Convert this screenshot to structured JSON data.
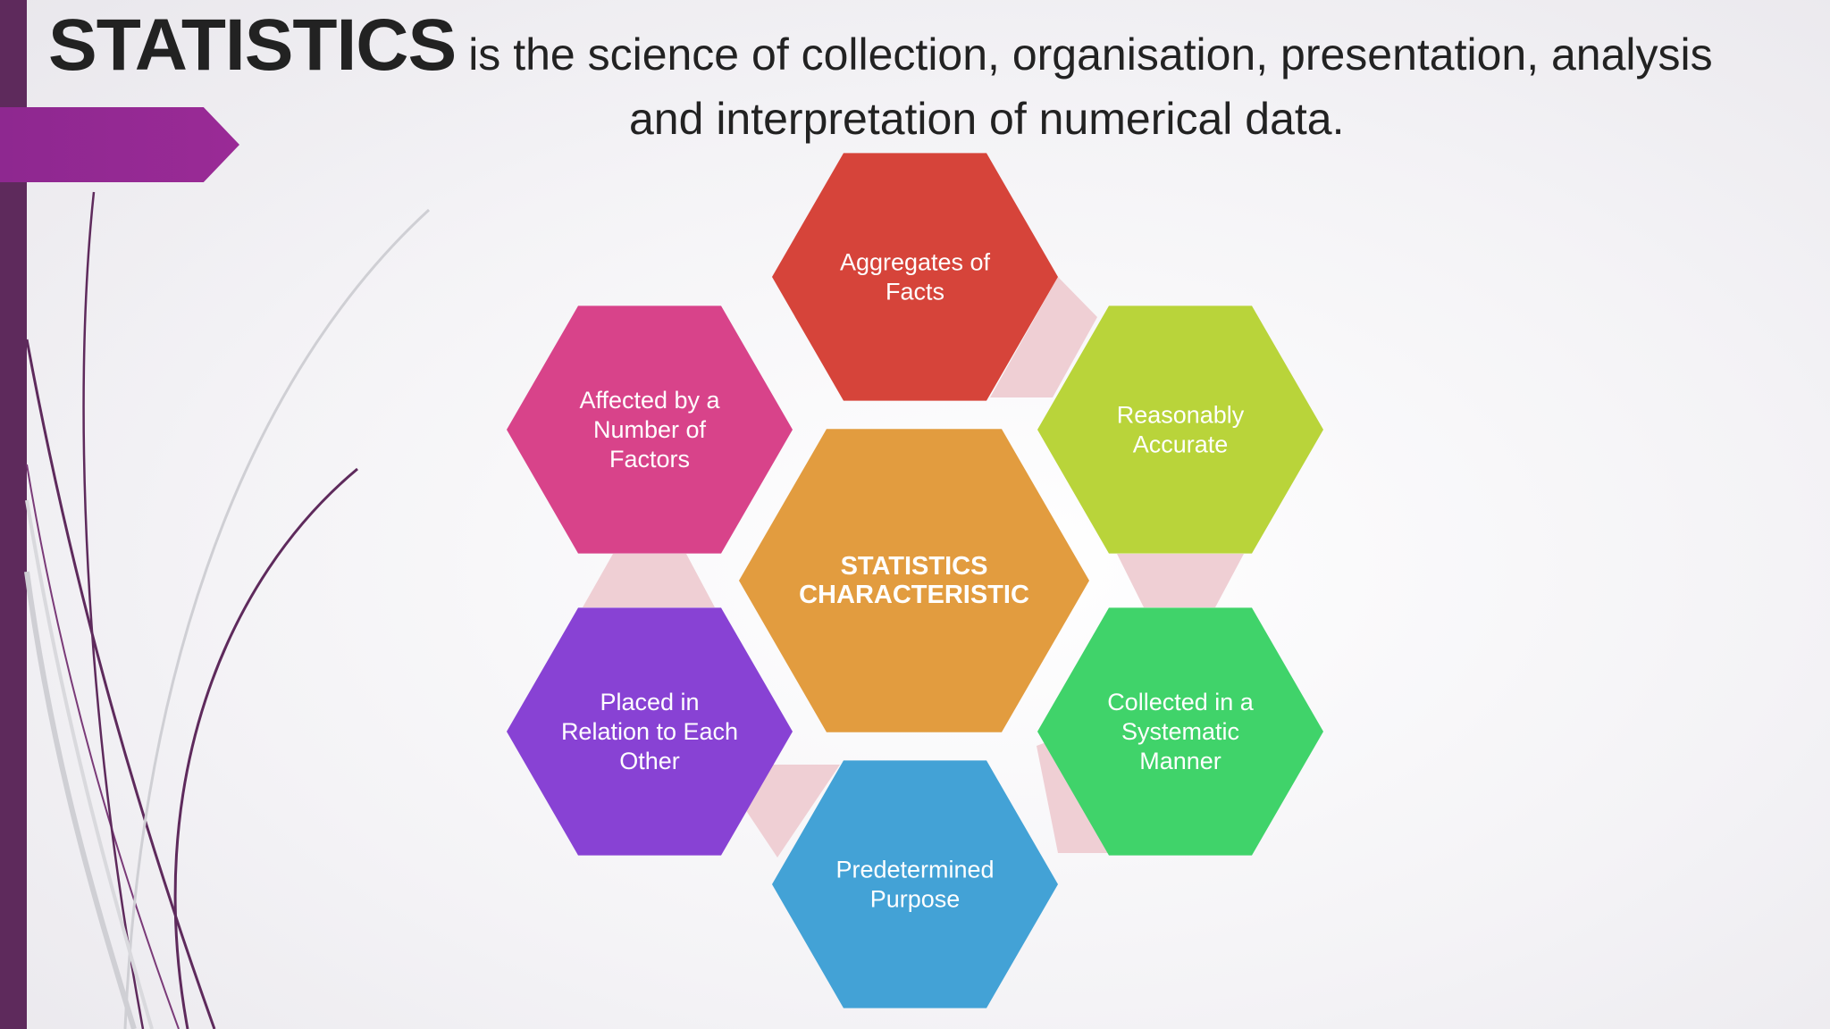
{
  "headline": {
    "term": "STATISTICS",
    "definition_line1": "is the science of collection, organisation, presentation,    analysis",
    "definition_line2": "and interpretation of numerical data."
  },
  "diagram": {
    "center": {
      "line1": "STATISTICS",
      "line2": "CHARACTERISTIC",
      "color": "#e29c3f"
    },
    "hexagons": [
      {
        "id": "top",
        "lines": [
          "Aggregates of",
          "Facts"
        ],
        "color": "#d6443a"
      },
      {
        "id": "upper-right",
        "lines": [
          "Reasonably",
          "Accurate"
        ],
        "color": "#b9d43a"
      },
      {
        "id": "lower-right",
        "lines": [
          "Collected in a",
          "Systematic",
          "Manner"
        ],
        "color": "#40d36a"
      },
      {
        "id": "bottom",
        "lines": [
          "Predetermined",
          "Purpose"
        ],
        "color": "#43a2d6"
      },
      {
        "id": "lower-left",
        "lines": [
          "Placed in",
          "Relation to Each",
          "Other"
        ],
        "color": "#8842d4"
      },
      {
        "id": "upper-left",
        "lines": [
          "Affected by a",
          "Number of",
          "Factors"
        ],
        "color": "#d8438a"
      }
    ],
    "connector_color": "#efcfd4"
  }
}
